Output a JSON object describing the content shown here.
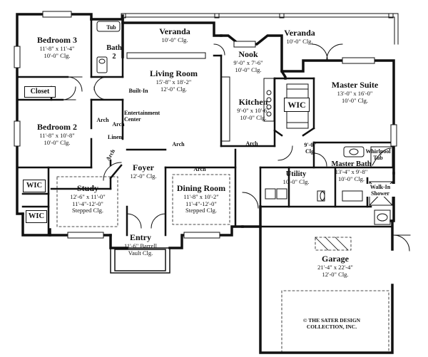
{
  "rooms": {
    "bedroom3": {
      "name": "Bedroom 3",
      "dims": "11'-8\" x 11'-4\"",
      "clg": "10'-0\" Clg."
    },
    "bath2": {
      "name": "Bath",
      "num": "2"
    },
    "tub": "Tub",
    "closet": "Closet",
    "bedroom2": {
      "name": "Bedroom 2",
      "dims": "11'-8\" x 10'-8\"",
      "clg": "10'-0\" Clg."
    },
    "veranda_left": {
      "name": "Veranda",
      "clg": "10'-0\" Clg."
    },
    "veranda_right": {
      "name": "Veranda",
      "clg": "10'-0\" Clg."
    },
    "living": {
      "name": "Living Room",
      "dims": "15'-8\" x 18'-2\"",
      "clg": "12'-0\" Clg."
    },
    "builtin": "Built-In",
    "entertainment": [
      "Entertainment",
      "Center"
    ],
    "nook": {
      "name": "Nook",
      "dims": "9'-0\" x 7'-6\"",
      "clg": "10'-0\" Clg."
    },
    "kitchen": {
      "name": "Kitchen",
      "dims": "9'-0\" x 10'-6\"",
      "clg": "10'-0\" Clg."
    },
    "master_suite": {
      "name": "Master Suite",
      "dims": "13'-0\" x 16'-0\"",
      "clg": "10'-0\" Clg."
    },
    "wic_master": "WIC",
    "hall_clg": [
      "9'-0\"",
      "Clg."
    ],
    "whirlpool": [
      "Whirlpool",
      "Tub"
    ],
    "master_bath": {
      "name": "Master Bath",
      "dims": "13'-4\" x 9'-8\"",
      "clg": "10'-0\" Clg."
    },
    "walkin": [
      "Walk-In",
      "Shower"
    ],
    "utility": {
      "name": "Utility",
      "clg": "10'-0\" Clg."
    },
    "foyer": {
      "name": "Foyer",
      "clg": "12'-0\" Clg."
    },
    "linen": "Linen",
    "arch_labels": [
      "Arch",
      "Arch",
      "Arch",
      "Arch",
      "Arch",
      "Arch"
    ],
    "wic_left1": "WIC",
    "wic_left2": "WIC",
    "study": {
      "name": "Study",
      "dims": "12'-6\" x 11'-0\"",
      "clg1": "11'-4\"-12'-0\"",
      "clg2": "Stepped Clg."
    },
    "dining": {
      "name": "Dining Room",
      "dims": "11'-8\" x 10'-2\"",
      "clg1": "11'-4\"-12'-0\"",
      "clg2": "Stepped Clg."
    },
    "entry": {
      "name": "Entry",
      "clg1": "11'-6\" Barrell",
      "clg2": "Vault Clg."
    },
    "garage": {
      "name": "Garage",
      "dims": "21'-4\" x 22'-4\"",
      "clg": "12'-0\" Clg."
    }
  },
  "copyright": [
    "© THE SATER DESIGN",
    "COLLECTION, INC."
  ]
}
